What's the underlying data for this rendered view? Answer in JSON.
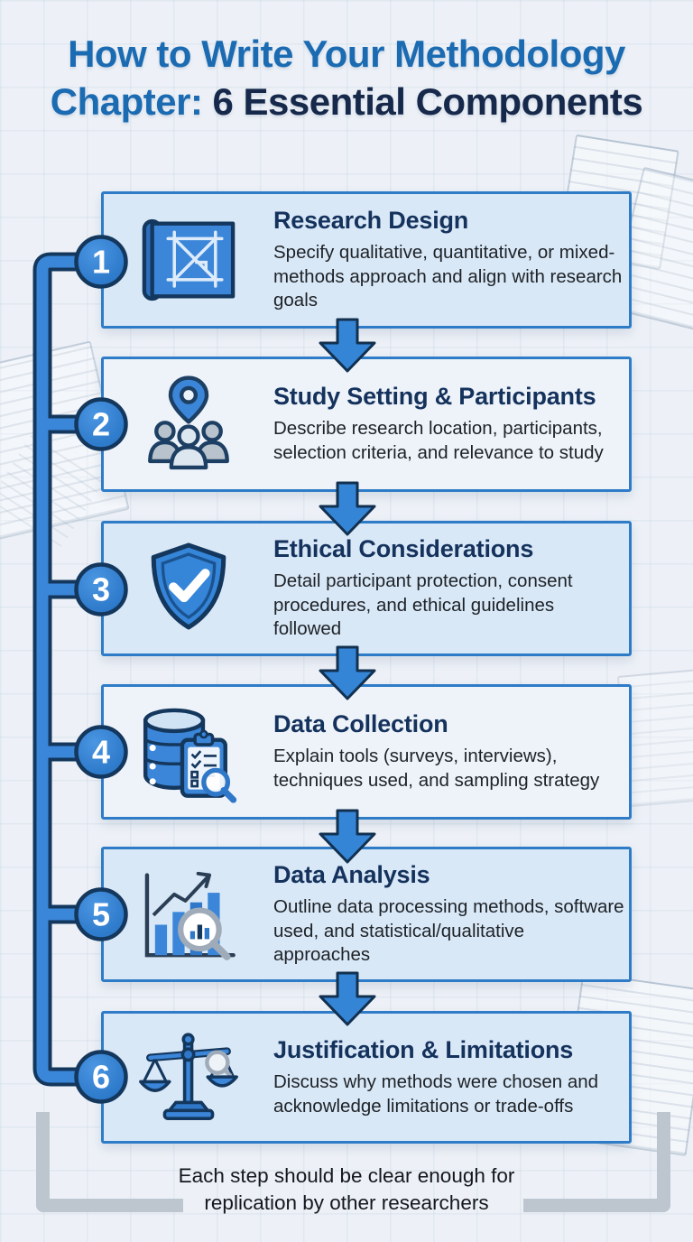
{
  "title": {
    "line1": "How to Write Your Methodology",
    "line2_highlight": "Chapter:",
    "line2_rest": "6 Essential Components"
  },
  "steps": [
    {
      "number": "1",
      "title": "Research Design",
      "description": "Specify qualitative, quantitative, or mixed-methods approach and align with research goals",
      "icon": "blueprint-icon",
      "bg": "#d9e8f7"
    },
    {
      "number": "2",
      "title": "Study Setting & Participants",
      "description": "Describe research location, participants, selection criteria, and relevance to study",
      "icon": "location-participants-icon",
      "bg": "#eef3fa"
    },
    {
      "number": "3",
      "title": "Ethical Considerations",
      "description": "Detail participant protection, consent procedures, and ethical guidelines followed",
      "icon": "shield-check-icon",
      "bg": "#d9e8f7"
    },
    {
      "number": "4",
      "title": "Data Collection",
      "description": "Explain tools (surveys, interviews), techniques used, and sampling strategy",
      "icon": "database-clipboard-magnifier-icon",
      "bg": "#eef3fa"
    },
    {
      "number": "5",
      "title": "Data Analysis",
      "description": "Outline data processing methods, software used, and statistical/qualitative approaches",
      "icon": "bar-chart-magnifier-icon",
      "bg": "#d9e8f7"
    },
    {
      "number": "6",
      "title": "Justification & Limitations",
      "description": "Discuss why methods were chosen and acknowledge limitations or trade-offs",
      "icon": "balance-scale-magnifier-icon",
      "bg": "#d9e8f7"
    }
  ],
  "footer": {
    "note": "Each step should be clear enough for replication by other researchers"
  },
  "colors": {
    "page_bg": "#edf1f7",
    "title_blue": "#1b6bb2",
    "title_dark": "#16294b",
    "card_border": "#2e7cc7",
    "card_bg_blue": "#d9e8f7",
    "card_bg_light": "#eef3fa",
    "accent_blue": "#3a86d8",
    "outline_navy": "#14375d",
    "bracket_gray": "#bdc6cf"
  }
}
